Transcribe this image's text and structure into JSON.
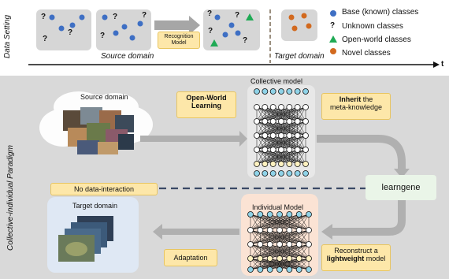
{
  "data_setting": {
    "side_label": "Data Setting",
    "source_caption": "Source domain",
    "target_caption": "Target domain",
    "recognition_box": "Recognition Model",
    "axis_label": "t",
    "unknown_mark": "?"
  },
  "legend": [
    {
      "label": "Base (known) classes",
      "marker": "blue-circle"
    },
    {
      "label": "Unknown classes",
      "marker": "question-mark"
    },
    {
      "label": "Open-world classes",
      "marker": "green-triangle"
    },
    {
      "label": "Novel classes",
      "marker": "orange-circle"
    }
  ],
  "paradigm": {
    "side_label": "Collective-individual Paradigm",
    "source_domain_label": "Source domain",
    "collective_model_label": "Collective model",
    "open_world_box_line1": "Open-World",
    "open_world_box_line2": "Learning",
    "inherit_bold": "Inherit",
    "inherit_rest": " the",
    "inherit_line2": "meta-knowledge",
    "learngene": "learngene",
    "no_interaction": "No data-interaction",
    "target_domain_label": "Target domain",
    "individual_model_label": "Individual Model",
    "adaptation": "Adaptation",
    "reconstruct_line1": "Reconstruct a",
    "reconstruct_bold": "lightweight",
    "reconstruct_rest": " model"
  },
  "colors": {
    "blue": "#3e6fc4",
    "green": "#1faa55",
    "orange": "#d2691e",
    "yellow_fill": "#fde7a9",
    "panel_gray": "#d9d9d9",
    "dash_blue": "#3b4a66"
  }
}
